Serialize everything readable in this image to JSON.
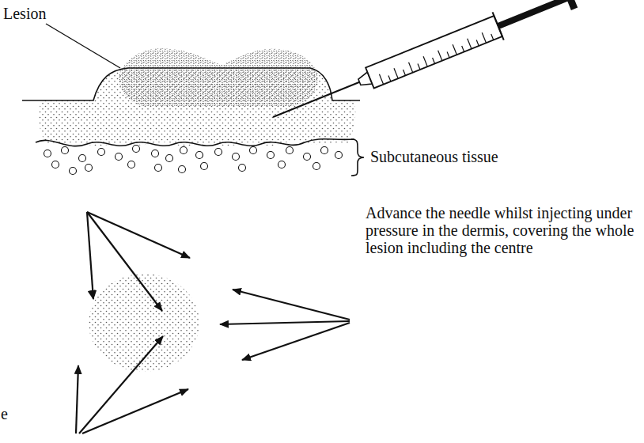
{
  "diagram": {
    "labels": [
      "Lesion",
      "Subcutaneous tissue",
      "Advance the needle whilst injecting under pressure in the dermis, covering the whole lesion including the centre",
      "e"
    ]
  }
}
